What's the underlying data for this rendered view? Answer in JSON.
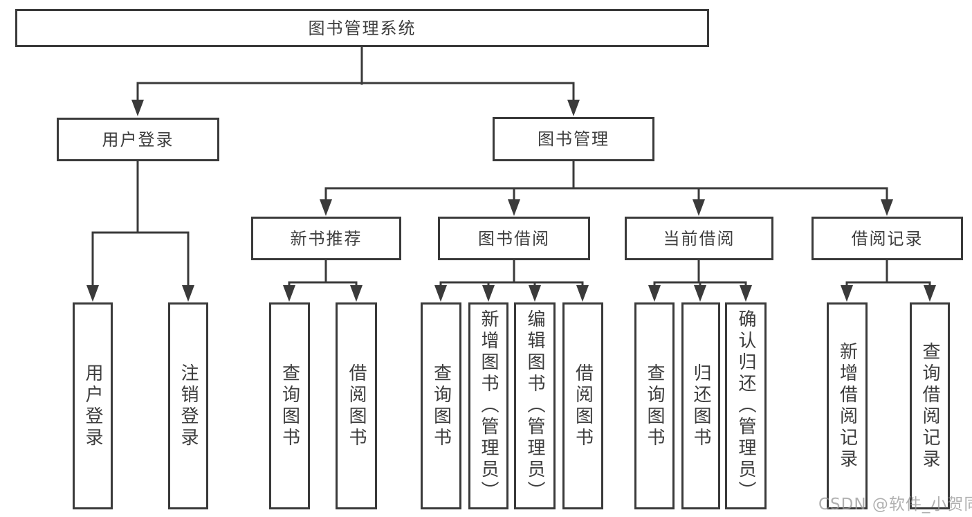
{
  "colors": {
    "line": "#3a3a3a",
    "box_border": "#3a3a3a",
    "text": "#3d3d3d",
    "watermark": "#b5b5b5"
  },
  "tree": {
    "label": "图书管理系统",
    "children": [
      {
        "label": "用户登录",
        "children": [
          {
            "label": "用户登录"
          },
          {
            "label": "注销登录"
          }
        ]
      },
      {
        "label": "图书管理",
        "children": [
          {
            "label": "新书推荐",
            "children": [
              {
                "label": "查询图书"
              },
              {
                "label": "借阅图书"
              }
            ]
          },
          {
            "label": "图书借阅",
            "children": [
              {
                "label": "查询图书"
              },
              {
                "label": "新增图书（管理员）"
              },
              {
                "label": "编辑图书（管理员）"
              },
              {
                "label": "借阅图书"
              }
            ]
          },
          {
            "label": "当前借阅",
            "children": [
              {
                "label": "查询图书"
              },
              {
                "label": "归还图书"
              },
              {
                "label": "确认归还（管理员）"
              }
            ]
          },
          {
            "label": "借阅记录",
            "children": [
              {
                "label": "新增借阅记录"
              },
              {
                "label": "查询借阅记录"
              }
            ]
          }
        ]
      }
    ]
  },
  "watermark": {
    "text": "CSDN @软件_小贺同学"
  }
}
